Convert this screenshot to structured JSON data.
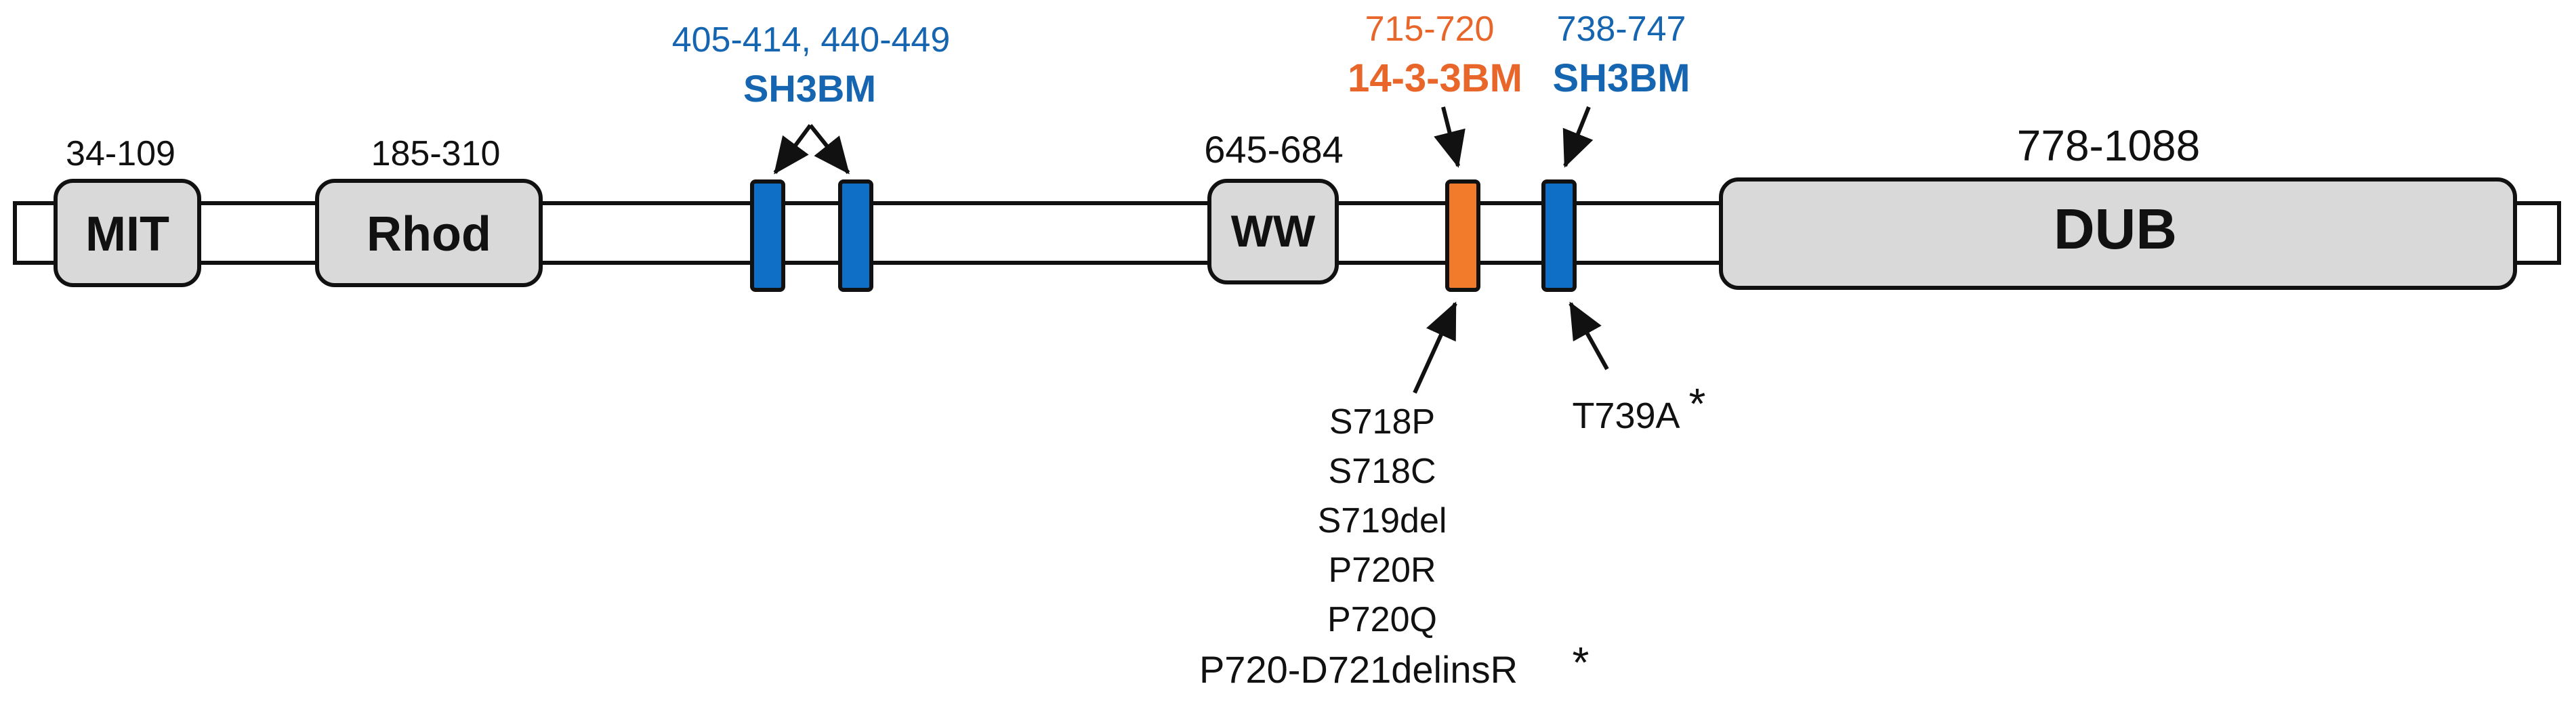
{
  "colors": {
    "domain_fill": "#D9D9D9",
    "outline": "#111111",
    "sh3bm": "#0F6FC6",
    "motif_1433": "#F27A2B",
    "sh3bm_text": "#1565B0",
    "motif_1433_text": "#E8662A"
  },
  "domains": {
    "mit": {
      "label": "MIT",
      "range": "34-109"
    },
    "rhod": {
      "label": "Rhod",
      "range": "185-310"
    },
    "ww": {
      "label": "WW",
      "range": "645-684"
    },
    "dub": {
      "label": "DUB",
      "range": "778-1088"
    }
  },
  "motifs": {
    "sh3bm_pair": {
      "range": "405-414, 440-449",
      "name": "SH3BM"
    },
    "motif_1433": {
      "range": "715-720",
      "name": "14-3-3BM"
    },
    "sh3bm_single": {
      "range": "738-747",
      "name": "SH3BM"
    }
  },
  "mutations": {
    "motif_1433": [
      "S718P",
      "S718C",
      "S719del",
      "P720R",
      "P720Q",
      "P720-D721delinsR"
    ],
    "motif_1433_last_mark": "*",
    "sh3bm_single": "T739A",
    "sh3bm_single_mark": "*"
  }
}
